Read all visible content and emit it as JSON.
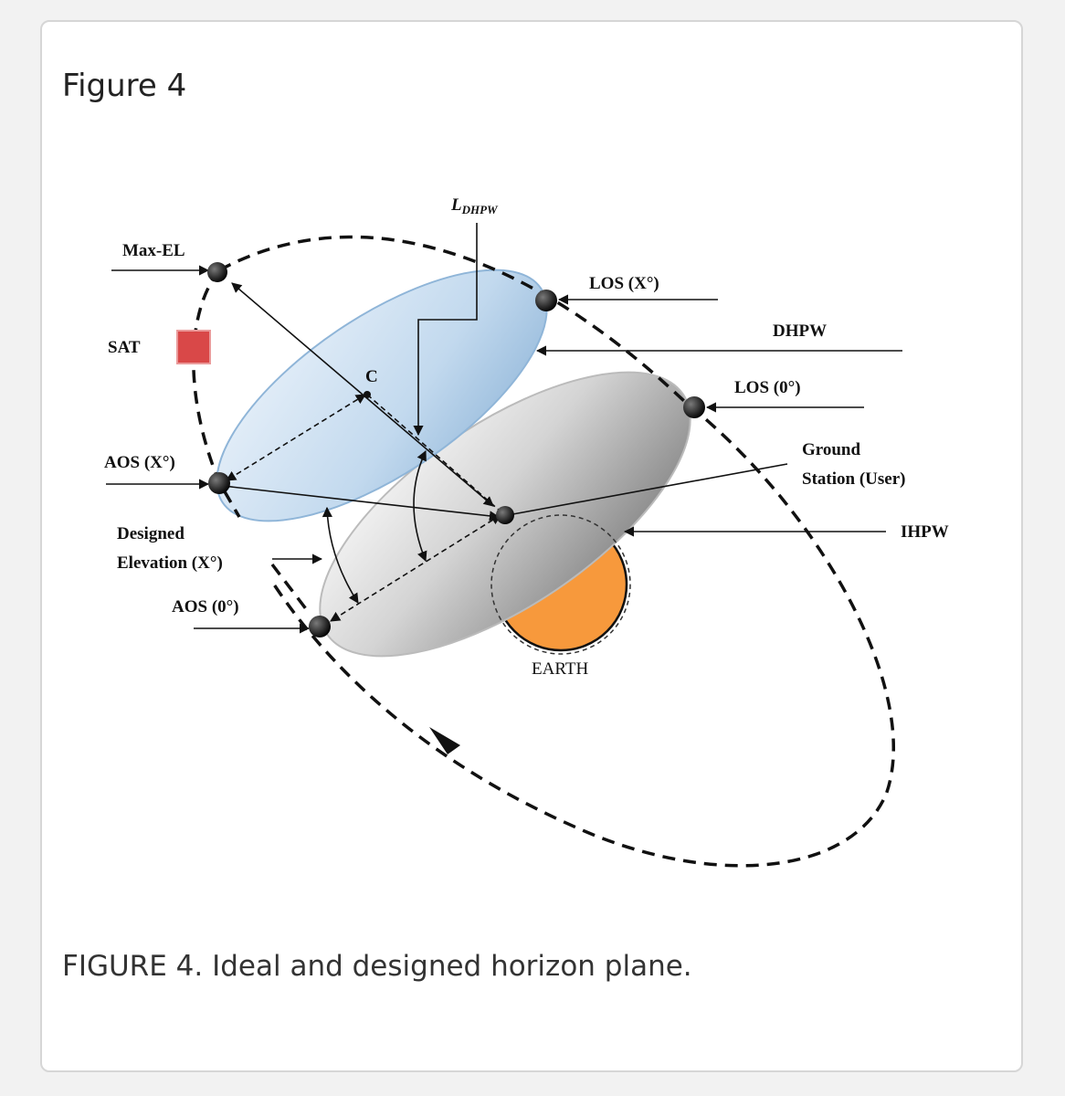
{
  "figure": {
    "heading": "Figure 4",
    "caption": "FIGURE 4. Ideal and designed horizon plane."
  },
  "diagram": {
    "labels": {
      "ldhpw_main": "L",
      "ldhpw_sub": "DHPW",
      "max_el": "Max-EL",
      "sat": "SAT",
      "los_x": "LOS (X°)",
      "dhpw": "DHPW",
      "c": "C",
      "los_0": "LOS (0°)",
      "aos_x": "AOS (X°)",
      "ground_station_1": "Ground",
      "ground_station_2": "Station (User)",
      "designed_1": "Designed",
      "designed_2": "Elevation (X°)",
      "ihpw": "IHPW",
      "aos_0": "AOS (0°)",
      "earth": "EARTH"
    },
    "colors": {
      "satellite": "#d94848",
      "earth": "#f7993c",
      "dhpw_plane": "#bcd6ec",
      "ihpw_plane": "#9a9a9a"
    }
  }
}
